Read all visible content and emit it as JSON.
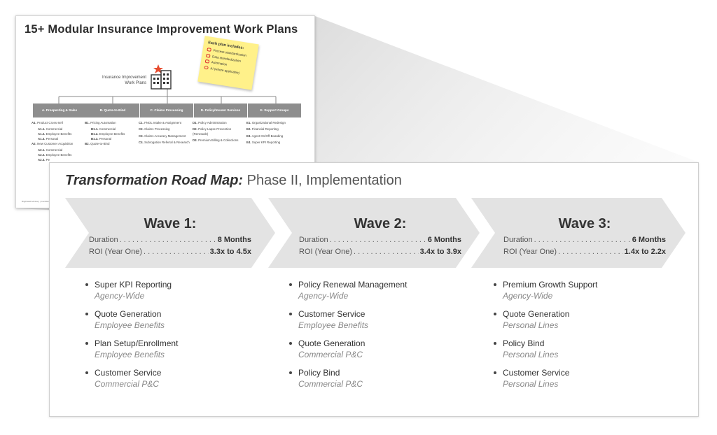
{
  "background_slide": {
    "title": "15+ Modular Insurance Improvement Work Plans",
    "root_label": "Insurance Improvement\nWork Plans",
    "sticky_note": {
      "title": "Each plan includes:",
      "items": [
        {
          "icon": "process-icon",
          "label": "Process standardization"
        },
        {
          "icon": "data-icon",
          "label": "Data standardization"
        },
        {
          "icon": "automation-icon",
          "label": "Automation"
        },
        {
          "icon": "ai-icon",
          "label": "AI (where applicable)"
        }
      ]
    },
    "categories": [
      {
        "label": "A. Prospecting & Sales",
        "items": [
          {
            "code": "A1.",
            "label": "Product Cross-Sell",
            "sub": false
          },
          {
            "code": "A1.1.",
            "label": "Commercial",
            "sub": true
          },
          {
            "code": "A1.2.",
            "label": "Employee Benefits",
            "sub": true
          },
          {
            "code": "A1.3.",
            "label": "Personal",
            "sub": true
          },
          {
            "code": "A2.",
            "label": "New Customer Acquisition",
            "sub": false
          },
          {
            "code": "A2.1.",
            "label": "Commercial",
            "sub": true
          },
          {
            "code": "A2.2.",
            "label": "Employee Benefits",
            "sub": true
          },
          {
            "code": "A2.3.",
            "label": "Pe",
            "sub": true
          }
        ]
      },
      {
        "label": "B. Quote-to-Bind",
        "items": [
          {
            "code": "B1.",
            "label": "Pricing Automation",
            "sub": false
          },
          {
            "code": "B1.1.",
            "label": "Commercial",
            "sub": true
          },
          {
            "code": "B1.2.",
            "label": "Employee Benefits",
            "sub": true
          },
          {
            "code": "B1.3.",
            "label": "Personal",
            "sub": true
          },
          {
            "code": "B2.",
            "label": "Quote-to-Bind",
            "sub": false
          }
        ]
      },
      {
        "label": "C. Claims Processing",
        "items": [
          {
            "code": "C1.",
            "label": "FNOL Intake & Assignment",
            "sub": false
          },
          {
            "code": "C2.",
            "label": "Claims Processing",
            "sub": false
          },
          {
            "code": "C3.",
            "label": "Claims Accuracy Management",
            "sub": false
          },
          {
            "code": "C4.",
            "label": "Subrogation Referral & Research",
            "sub": false
          }
        ]
      },
      {
        "label": "D. Policy/Insurer Services",
        "items": [
          {
            "code": "D1.",
            "label": "Policy Administration",
            "sub": false
          },
          {
            "code": "D2.",
            "label": "Policy Lapse Prevention (Renewals)",
            "sub": false
          },
          {
            "code": "D3.",
            "label": "Premium Billing & Collections",
            "sub": false
          }
        ]
      },
      {
        "label": "E. Support Groups",
        "items": [
          {
            "code": "E1.",
            "label": "Organizational Redesign",
            "sub": false
          },
          {
            "code": "E2.",
            "label": "Financial Reporting",
            "sub": false
          },
          {
            "code": "E3.",
            "label": "Agent On/Off-Boarding",
            "sub": false
          },
          {
            "code": "E4.",
            "label": "Super KPI Reporting",
            "sub": false
          }
        ]
      }
    ],
    "footer": "Brightwell Advisory | Confidential"
  },
  "roadmap": {
    "title_bold": "Transformation Road Map:",
    "title_rest": "Phase II, Implementation",
    "chevron_color": "#e3e3e3",
    "waves": [
      {
        "title": "Wave 1:",
        "duration_label": "Duration",
        "duration_value": "8 Months",
        "roi_label": "ROI (Year One)",
        "roi_value": "3.3x to 4.5x",
        "items": [
          {
            "name": "Super KPI Reporting",
            "scope": "Agency-Wide"
          },
          {
            "name": "Quote Generation",
            "scope": "Employee Benefits"
          },
          {
            "name": "Plan Setup/Enrollment",
            "scope": "Employee Benefits"
          },
          {
            "name": "Customer Service",
            "scope": "Commercial P&C"
          }
        ]
      },
      {
        "title": "Wave 2:",
        "duration_label": "Duration",
        "duration_value": "6 Months",
        "roi_label": "ROI (Year One)",
        "roi_value": "3.4x to 3.9x",
        "items": [
          {
            "name": "Policy Renewal Management",
            "scope": "Agency-Wide"
          },
          {
            "name": "Customer Service",
            "scope": "Employee Benefits"
          },
          {
            "name": "Quote Generation",
            "scope": "Commercial P&C"
          },
          {
            "name": "Policy Bind",
            "scope": "Commercial P&C"
          }
        ]
      },
      {
        "title": "Wave 3:",
        "duration_label": "Duration",
        "duration_value": "6 Months",
        "roi_label": "ROI (Year One)",
        "roi_value": "1.4x to 2.2x",
        "items": [
          {
            "name": "Premium Growth Support",
            "scope": "Agency-Wide"
          },
          {
            "name": "Quote Generation",
            "scope": "Personal Lines"
          },
          {
            "name": "Policy Bind",
            "scope": "Personal Lines"
          },
          {
            "name": "Customer Service",
            "scope": "Personal Lines"
          }
        ]
      }
    ]
  }
}
